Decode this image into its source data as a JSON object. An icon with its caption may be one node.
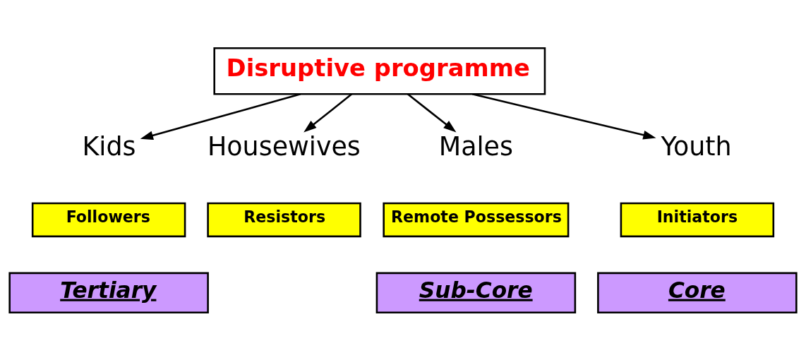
{
  "diagram": {
    "nodes": [
      {
        "text": [
          "Disruptive programme"
        ]
      },
      {
        "text": [
          "Kids"
        ]
      },
      {
        "text": [
          "Housewives"
        ]
      },
      {
        "text": [
          "Males"
        ]
      },
      {
        "text": [
          "Youth"
        ]
      },
      {
        "text": [
          "Followers"
        ]
      },
      {
        "text": [
          "Resistors"
        ]
      },
      {
        "text": [
          "Remote Possessors"
        ]
      },
      {
        "text": [
          "Initiators"
        ]
      },
      {
        "text": [
          "Tertiary"
        ]
      },
      {
        "text": [
          "Sub-Core"
        ]
      },
      {
        "text": [
          "Core"
        ]
      }
    ],
    "edges": [
      {
        "from": 0,
        "to": 1,
        "arrow": "to"
      },
      {
        "from": 0,
        "to": 2,
        "arrow": "to"
      },
      {
        "from": 0,
        "to": 3,
        "arrow": "to"
      },
      {
        "from": 0,
        "to": 4,
        "arrow": "to"
      }
    ]
  }
}
